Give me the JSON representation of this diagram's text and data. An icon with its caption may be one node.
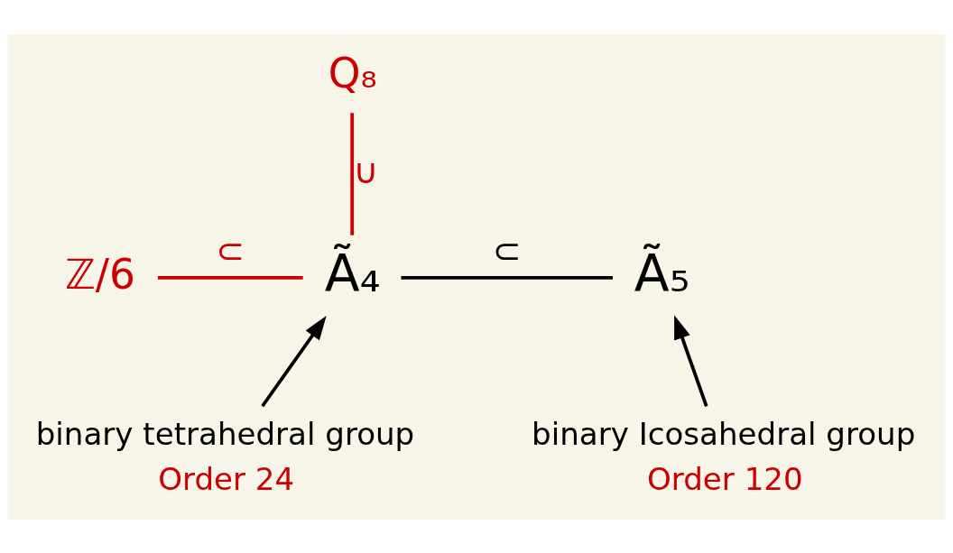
{
  "diagram": {
    "nodes": [
      {
        "text": [
          "ℤ/6"
        ]
      },
      {
        "text": [
          "Ã₄"
        ]
      },
      {
        "text": [
          "Ã₅"
        ]
      },
      {
        "text": [
          "Q₈"
        ]
      },
      {
        "text": [
          "binary tetrahedral group"
        ],
        "beside": [
          "Order 24"
        ]
      },
      {
        "text": [
          "binary Icosahedral group"
        ],
        "beside": [
          "Order 120"
        ]
      }
    ],
    "edges": [
      {
        "from": 0,
        "to": 1,
        "arrow": "none",
        "label": "⊂",
        "color": "#cc0000"
      },
      {
        "from": 3,
        "to": 1,
        "arrow": "none",
        "label": "∪",
        "color": "#cc0000"
      },
      {
        "from": 1,
        "to": 2,
        "arrow": "none",
        "label": "⊂"
      },
      {
        "from": 4,
        "to": 1,
        "arrow": "to"
      },
      {
        "from": 5,
        "to": 2,
        "arrow": "to"
      }
    ]
  }
}
